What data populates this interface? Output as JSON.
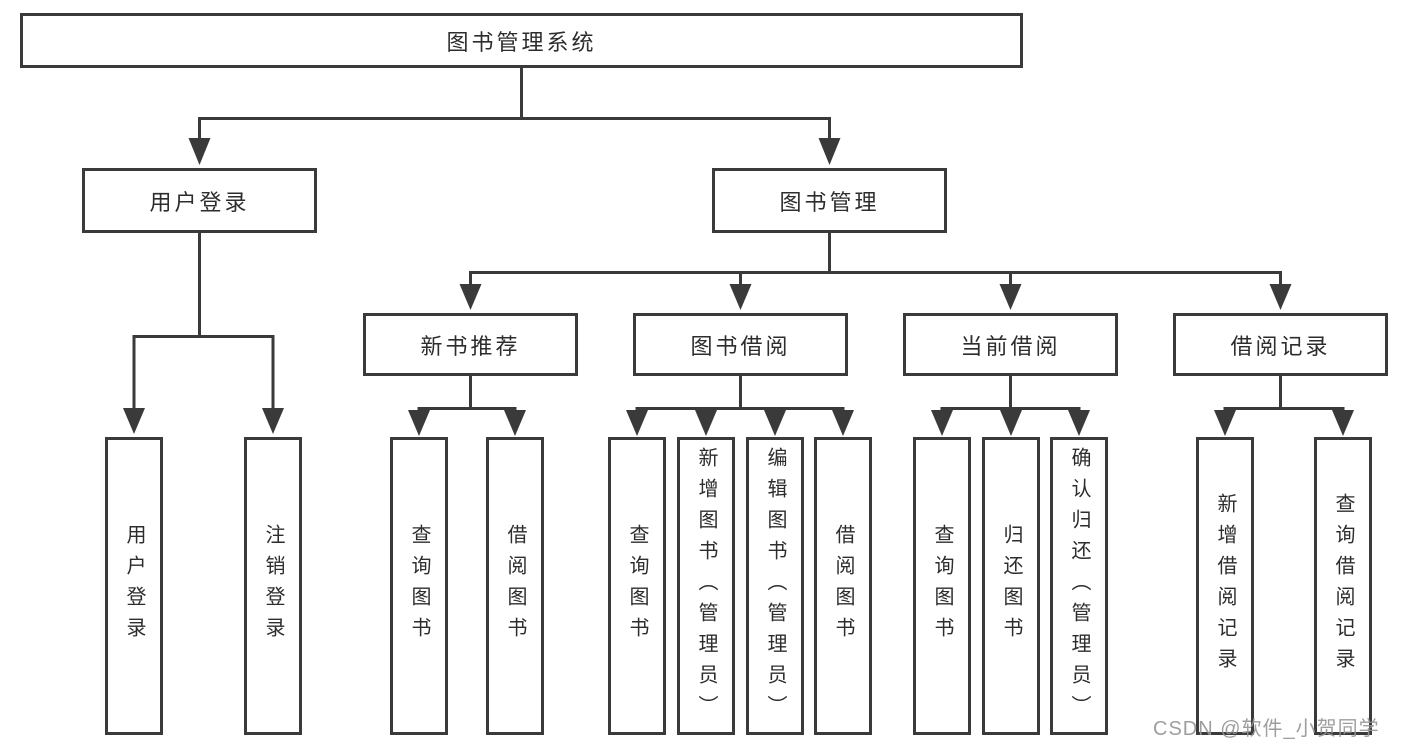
{
  "diagram": {
    "nodes": {
      "root": {
        "label": "图书管理系统"
      },
      "userLogin": {
        "label": "用户登录"
      },
      "bookMgmt": {
        "label": "图书管理"
      },
      "newBookRec": {
        "label": "新书推荐"
      },
      "bookBorrow": {
        "label": "图书借阅"
      },
      "currentBorrow": {
        "label": "当前借阅"
      },
      "borrowRecord": {
        "label": "借阅记录"
      },
      "login": {
        "label": "用户登录"
      },
      "logout": {
        "label": "注销登录"
      },
      "recQuery": {
        "label": "查询图书"
      },
      "recBorrow": {
        "label": "借阅图书"
      },
      "bbQuery": {
        "label": "查询图书"
      },
      "bbAdd": {
        "label": "新增图书（管理员）"
      },
      "bbEdit": {
        "label": "编辑图书（管理员）"
      },
      "bbBorrow": {
        "label": "借阅图书"
      },
      "cbQuery": {
        "label": "查询图书"
      },
      "cbReturn": {
        "label": "归还图书"
      },
      "cbConfirm": {
        "label": "确认归还（管理员）"
      },
      "brAdd": {
        "label": "新增借阅记录"
      },
      "brQuery": {
        "label": "查询借阅记录"
      }
    },
    "colors": {
      "line": "#3a3a3a",
      "text": "#2d2d2d",
      "box_bg": "#ffffff",
      "watermark": "#969696"
    }
  },
  "watermark": {
    "text": "CSDN @软件_小贺同学"
  }
}
